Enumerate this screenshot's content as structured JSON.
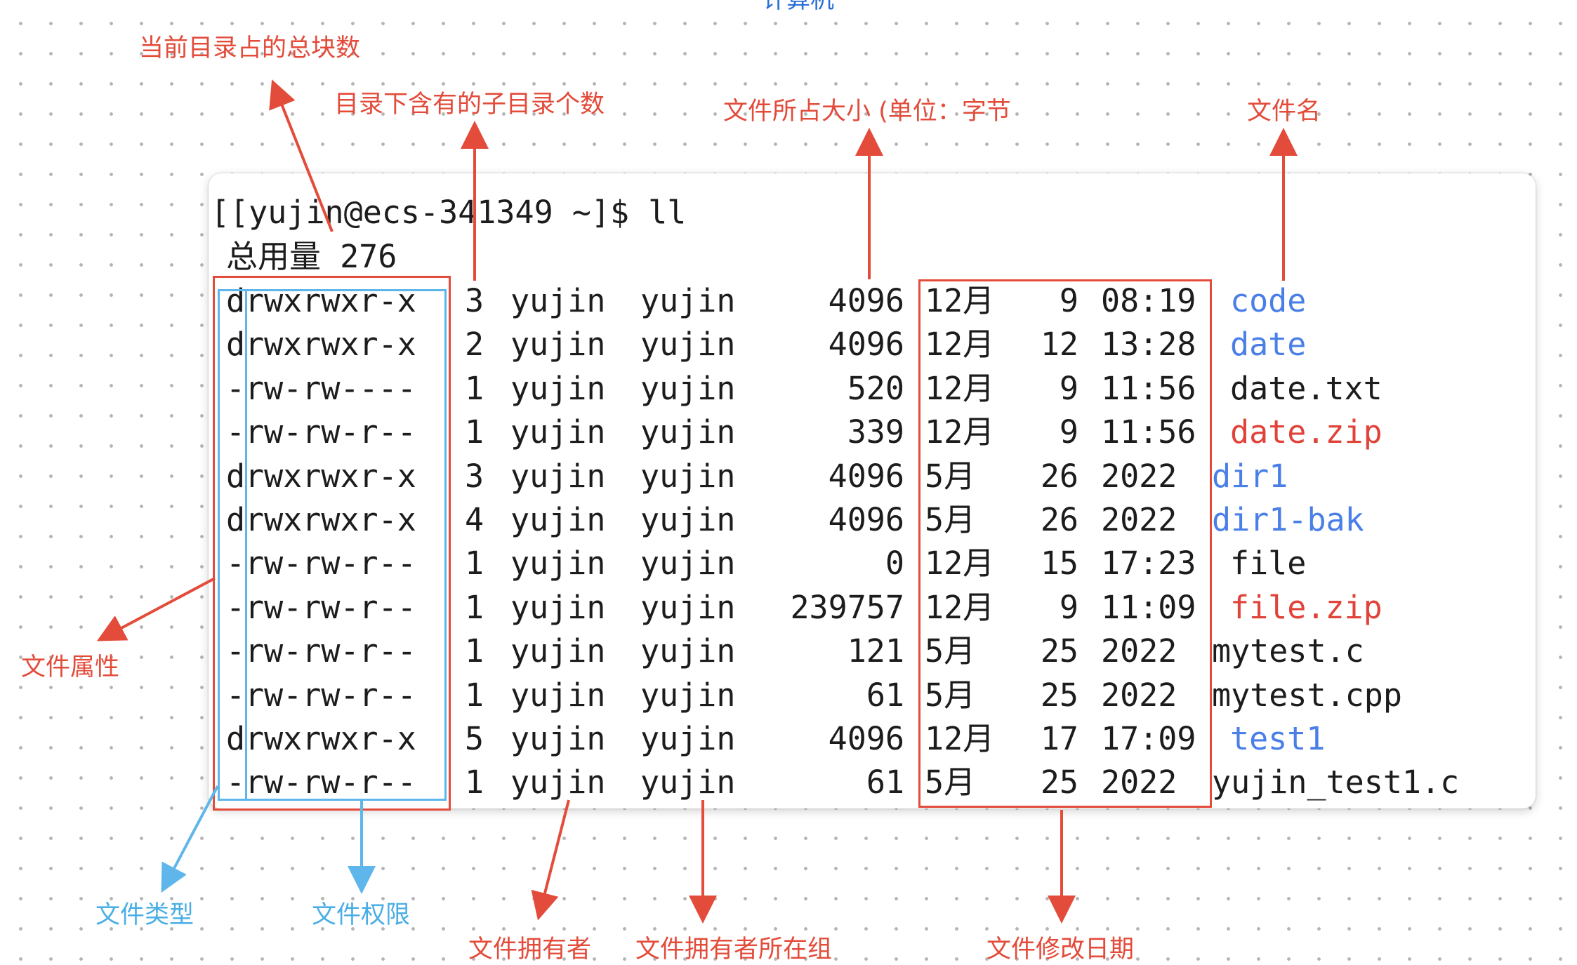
{
  "top_label_cut": "计算机",
  "prompt": "[[yujin@ecs-341349 ~]$ ll",
  "total_line": "总用量 276",
  "listing": [
    {
      "type": "d",
      "perms": "rwxrwxr-x",
      "links": "3",
      "owner": "yujin",
      "group": "yujin",
      "size": "4096",
      "month": "12月",
      "day": "9",
      "time": "08:19",
      "name": "code",
      "name_color": "blue"
    },
    {
      "type": "d",
      "perms": "rwxrwxr-x",
      "links": "2",
      "owner": "yujin",
      "group": "yujin",
      "size": "4096",
      "month": "12月",
      "day": "12",
      "time": "13:28",
      "name": "date",
      "name_color": "blue"
    },
    {
      "type": "-",
      "perms": "rw-rw----",
      "links": "1",
      "owner": "yujin",
      "group": "yujin",
      "size": "520",
      "month": "12月",
      "day": "9",
      "time": "11:56",
      "name": "date.txt",
      "name_color": "default"
    },
    {
      "type": "-",
      "perms": "rw-rw-r--",
      "links": "1",
      "owner": "yujin",
      "group": "yujin",
      "size": "339",
      "month": "12月",
      "day": "9",
      "time": "11:56",
      "name": "date.zip",
      "name_color": "red"
    },
    {
      "type": "d",
      "perms": "rwxrwxr-x",
      "links": "3",
      "owner": "yujin",
      "group": "yujin",
      "size": "4096",
      "month": "5月",
      "day": "26",
      "time": "2022",
      "name": "dir1",
      "name_color": "blue"
    },
    {
      "type": "d",
      "perms": "rwxrwxr-x",
      "links": "4",
      "owner": "yujin",
      "group": "yujin",
      "size": "4096",
      "month": "5月",
      "day": "26",
      "time": "2022",
      "name": "dir1-bak",
      "name_color": "blue"
    },
    {
      "type": "-",
      "perms": "rw-rw-r--",
      "links": "1",
      "owner": "yujin",
      "group": "yujin",
      "size": "0",
      "month": "12月",
      "day": "15",
      "time": "17:23",
      "name": "file",
      "name_color": "default"
    },
    {
      "type": "-",
      "perms": "rw-rw-r--",
      "links": "1",
      "owner": "yujin",
      "group": "yujin",
      "size": "239757",
      "month": "12月",
      "day": "9",
      "time": "11:09",
      "name": "file.zip",
      "name_color": "red"
    },
    {
      "type": "-",
      "perms": "rw-rw-r--",
      "links": "1",
      "owner": "yujin",
      "group": "yujin",
      "size": "121",
      "month": "5月",
      "day": "25",
      "time": "2022",
      "name": "mytest.c",
      "name_color": "default"
    },
    {
      "type": "-",
      "perms": "rw-rw-r--",
      "links": "1",
      "owner": "yujin",
      "group": "yujin",
      "size": "61",
      "month": "5月",
      "day": "25",
      "time": "2022",
      "name": "mytest.cpp",
      "name_color": "default"
    },
    {
      "type": "d",
      "perms": "rwxrwxr-x",
      "links": "5",
      "owner": "yujin",
      "group": "yujin",
      "size": "4096",
      "month": "12月",
      "day": "17",
      "time": "17:09",
      "name": "test1",
      "name_color": "blue"
    },
    {
      "type": "-",
      "perms": "rw-rw-r--",
      "links": "1",
      "owner": "yujin",
      "group": "yujin",
      "size": "61",
      "month": "5月",
      "day": "25",
      "time": "2022",
      "name": "yujin_test1.c",
      "name_color": "default"
    }
  ],
  "annotations": {
    "total_blocks": "当前目录占的总块数",
    "subdir_count": "目录下含有的子目录个数",
    "file_size": "文件所占大小 (单位：字节",
    "file_name": "文件名",
    "file_attrs": "文件属性",
    "file_type": "文件类型",
    "file_perms": "文件权限",
    "file_owner": "文件拥有者",
    "owner_group": "文件拥有者所在组",
    "mod_date": "文件修改日期"
  },
  "colors": {
    "annotation_red": "#e34b3a",
    "annotation_blue": "#4aaee5",
    "dir_name": "#4a7fe8",
    "archive_name": "#e0433a",
    "terminal_text": "#1c1c1c"
  }
}
